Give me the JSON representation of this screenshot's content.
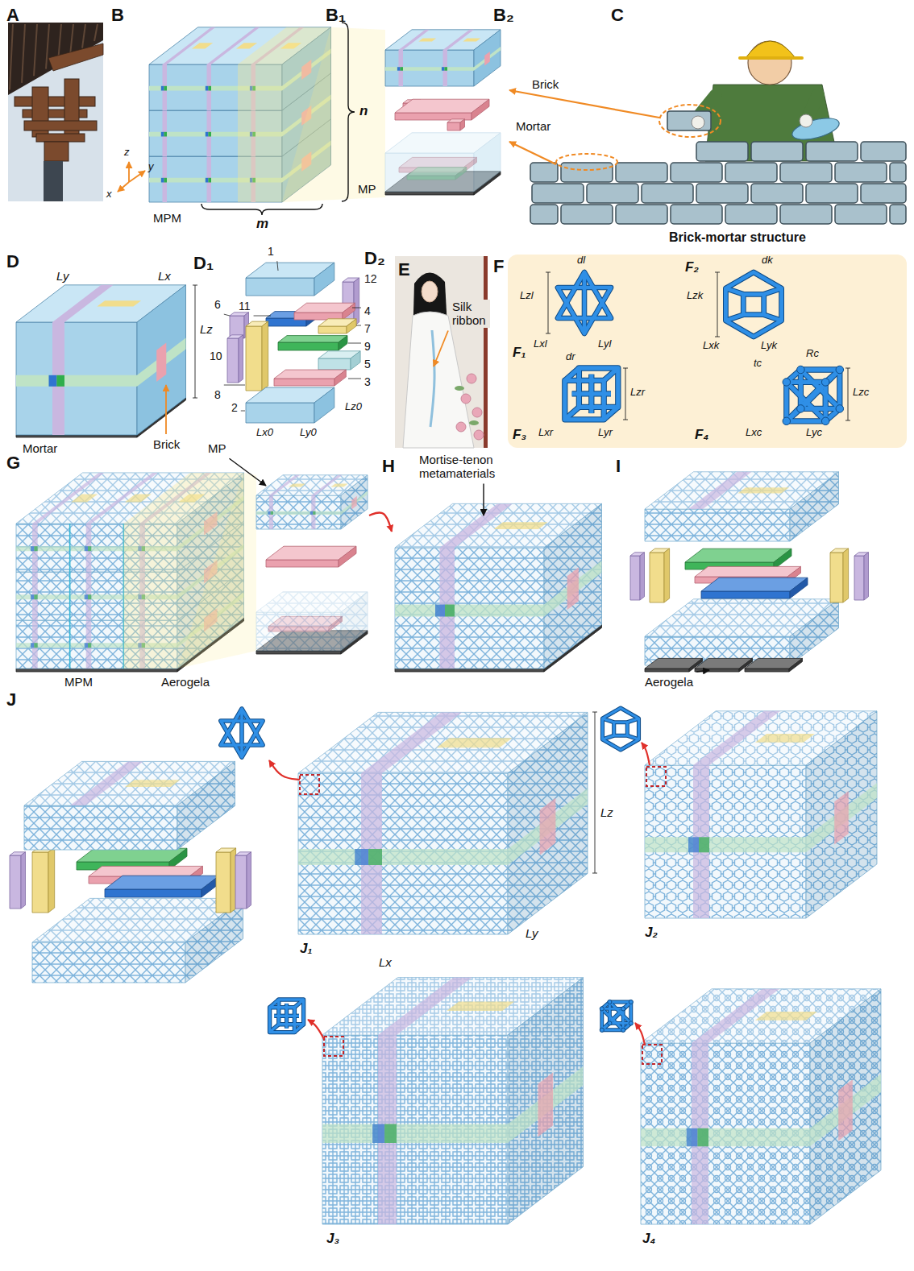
{
  "diagram": {
    "labels": [
      "A",
      "B",
      "B₁",
      "B₂",
      "C",
      "n",
      "MPM",
      "m",
      "MP",
      "z",
      "y",
      "x",
      "Brick",
      "Mortar",
      "Brick-mortar structure",
      "D",
      "D₁",
      "D₂",
      "Ly",
      "Lx",
      "Lz",
      "Mortar",
      "Brick",
      "1",
      "2",
      "3",
      "4",
      "5",
      "6",
      "7",
      "8",
      "9",
      "10",
      "11",
      "12",
      "Lz0",
      "Lx0",
      "Ly0",
      "E",
      "Silk ribbon",
      "F",
      "F₁",
      "dl",
      "Lzl",
      "Lxl",
      "Lyl",
      "F₂",
      "dk",
      "Lzk",
      "Lxk",
      "Lyk",
      "F₃",
      "dr",
      "Lzr",
      "Lxr",
      "Lyr",
      "F₄",
      "tc",
      "Rc",
      "Lzc",
      "Lxc",
      "Lyc",
      "G",
      "MP",
      "MPM",
      "Aerogela",
      "H",
      "Mortise-tenon metamaterials",
      "I",
      "Aerogela",
      "J",
      "J₁",
      "J₂",
      "J₃",
      "J₄",
      "Lz",
      "Lx",
      "Ly"
    ]
  }
}
